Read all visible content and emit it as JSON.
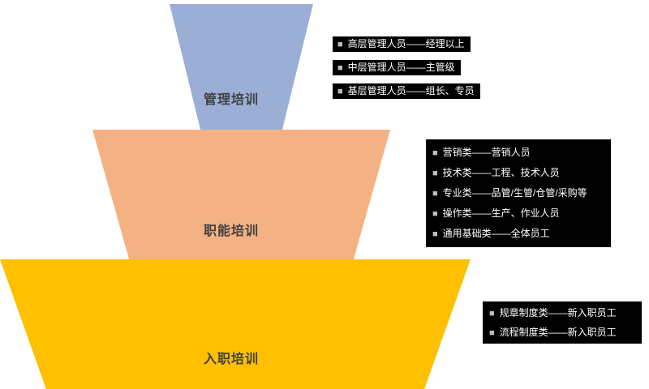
{
  "diagram": {
    "kind": "stacked-pyramid",
    "colors": {
      "management_tier": "#9BAFD6",
      "functional_tier": "#F4B183",
      "onboarding_tier": "#FFC000",
      "callout_background": "#000000",
      "callout_text": "#ffffff",
      "tier_label_text": "#404040"
    }
  },
  "glyphs": {
    "bullet": "■"
  },
  "pyramid": {
    "levels": [
      {
        "label": "管理培训",
        "color": "#9BAFD6"
      },
      {
        "label": "职能培训",
        "color": "#F4B183"
      },
      {
        "label": "入职培训",
        "color": "#FFC000"
      }
    ]
  },
  "callouts": {
    "management": {
      "items": [
        "高层管理人员——经理以上",
        "中层管理人员——主管级",
        "基层管理人员——组长、专员"
      ]
    },
    "functional": {
      "items": [
        "营销类——营销人员",
        "技术类——工程、技术人员",
        "专业类——品管/生管/仓管/采购等",
        "操作类——生产、作业人员",
        "通用基础类——全体员工"
      ]
    },
    "onboarding": {
      "items": [
        "规章制度类——新入职员工",
        "流程制度类——新入职员工"
      ]
    }
  }
}
